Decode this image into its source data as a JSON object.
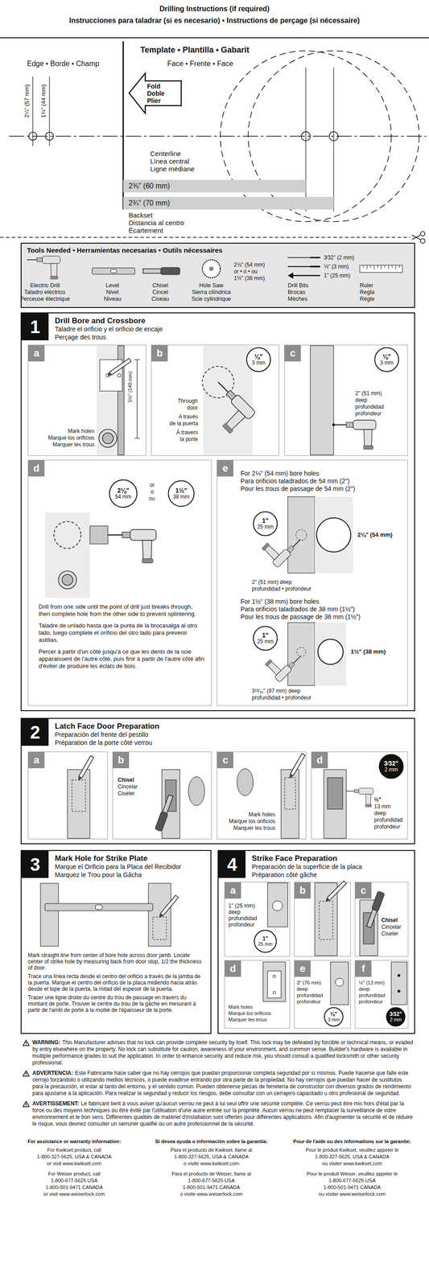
{
  "diagram": {
    "title": "Drilling Instructions (if required)",
    "nodes": [
      {
        "text": [
          "Fold",
          "Doble",
          "Plier"
        ]
      },
      {
        "text": [
          "2⅜\" (60 mm)"
        ]
      },
      {
        "text": [
          "2¾\" (70 mm)"
        ]
      },
      {
        "text": [
          "Tools Needed • Herramientas necesarias • Outils nécessaires"
        ]
      },
      {
        "text": [
          "1",
          "Drill Bore and Crossbore",
          "Taladre el orificio y el orificio de encaje",
          "Perçage des trous"
        ]
      },
      {
        "text": [
          "a"
        ],
        "in": 4
      },
      {
        "text": [
          "b"
        ],
        "in": 4
      },
      {
        "text": [
          "⅛\"",
          "3 mm"
        ],
        "in": 6
      },
      {
        "text": [
          "c"
        ],
        "in": 4
      },
      {
        "text": [
          "⅛\"",
          "3 mm"
        ],
        "in": 8
      },
      {
        "text": [
          "d"
        ],
        "in": 4
      },
      {
        "text": [
          "2⅛\"",
          "54 mm"
        ],
        "in": 10
      },
      {
        "text": [
          "1½\"",
          "38 mm"
        ],
        "in": 10
      },
      {
        "text": [
          "e"
        ],
        "in": 4
      },
      {
        "text": [
          "1\"",
          "25 mm"
        ],
        "in": 13
      },
      {
        "text": [
          "1\"",
          "25 mm"
        ],
        "in": 13
      },
      {
        "text": [
          "2",
          "Latch Face Door Preparation",
          "Preparación del frente del pestillo",
          "Préparation de la porte côté verrou"
        ]
      },
      {
        "text": [
          "a"
        ],
        "in": 16
      },
      {
        "text": [
          "b"
        ],
        "in": 16
      },
      {
        "text": [
          "c"
        ],
        "in": 16
      },
      {
        "text": [
          "d"
        ],
        "in": 16
      },
      {
        "text": [
          "3⁄32\"",
          "2 mm"
        ],
        "in": 20
      },
      {
        "text": [
          "3",
          "Mark Hole for Strike Plate",
          "Marque el Orificio para la Placa del Recibidor",
          "Marquez le Trou pour la Gâcha"
        ]
      },
      {
        "text": [
          "4",
          "Strike Face Preparation",
          "Preparación de la superficie de la placa",
          "Préparation côté gâche"
        ]
      },
      {
        "text": [
          "a"
        ],
        "in": 23
      },
      {
        "text": [
          "1\"",
          "25 mm"
        ],
        "in": 24
      },
      {
        "text": [
          "b"
        ],
        "in": 23
      },
      {
        "text": [
          "c"
        ],
        "in": 23
      },
      {
        "text": [
          "d"
        ],
        "in": 23
      },
      {
        "text": [
          "e"
        ],
        "in": 23
      },
      {
        "text": [
          "⅛\"",
          "3 mm"
        ],
        "in": 29
      },
      {
        "text": [
          "f"
        ],
        "in": 23
      },
      {
        "text": [
          "3⁄32\"",
          "2 mm"
        ],
        "in": 31
      }
    ],
    "labels": [
      "Instrucciones para taladrar (si es necesario) • Instructions de perçage (si nécessaire)",
      "Edge • Borde • Champ",
      "Template • Plantilla • Gabarit",
      "Face • Frente • Face",
      "2¼\" (57 mm)",
      "1¾\" (44 mm)",
      "Centerline",
      "Línea central",
      "Ligne médiane",
      "Backset",
      "Distancia al centro",
      "Écartement",
      "Electric Drill",
      "Taladro eléctrico",
      "Perceuse électrique",
      "Level",
      "Nivel",
      "Niveau",
      "Chisel",
      "Cincel",
      "Ciseau",
      "2⅛\" (54 mm)",
      "or • o • ou",
      "1½\" (38 mm)",
      "Hole Saw",
      "Sierra cilíndrica",
      "Scie cylindrique",
      "3⁄32\" (2 mm)",
      "⅛\" (3 mm)",
      "1\" (25 mm)",
      "Drill Bits",
      "Brocas",
      "Mèches",
      "Ruler",
      "Regla",
      "Règle",
      "5½\" (140 mm)",
      "Mark holes",
      "Marque los orificios",
      "Marquer les trous",
      "Through",
      "door",
      "A través",
      "de la puerta",
      "À travers",
      "la porte",
      "2\" (51 mm)",
      "deep",
      "profundidad",
      "profondeur",
      "or",
      "o",
      "ou",
      "Drill from one side until the point of drill just breaks through, then complete hole from the other side to prevent splintering.",
      "Taladre de unlado hasta que la punta de la brocasalga al otro lado, luego complete el orificio del otro lado para prevenir astillas.",
      "Percer à partir d'un côté jusqu'à ce que les dents de la scie apparaissent de l'autre côté, puis finir à partir de l'autre côté afin d'éviter de produire les éclats de bois.",
      "For 2⅛\" (54 mm) bore holes",
      "Para orificios taladrados de 54 mm (2\")",
      "Pour les trous de passage de 54 mm (2\")",
      "2⅛\" (54 mm)",
      "2\" (51 mm) deep",
      "profundidad • profondeur",
      "For 1½\" (38 mm) bore holes",
      "Para orificios taladrados de 38 mm (1½\")",
      "Pour les trous de passage de 38 mm (1½\")",
      "1½\" (38 mm)",
      "3¹³⁄₁₆\" (97 mm) deep",
      "profundidad • profondeur",
      "Chisel",
      "Cincelar",
      "Ciseler",
      "Mark holes",
      "Marque los orificios",
      "Marquer les trous",
      "½\"",
      "13 mm",
      "deep",
      "profundidad",
      "profondeur",
      "Mark straight line from center of bore hole across door jamb. Locate center of strike hole by measuring back from door stop, 1/2 the thickness of door.",
      "Trace una línea recta desde el centro del orificio a través de la jamba de la puerta. Marque el centro del orificio de la placa midiendo hacia atrás desde el tope de la puerta, la mitad del espesor de la puerta.",
      "Tracer une ligne droite du centre du trou de passage en travers du montant de porte. Trouver le centre du trou de la gâche en mesurant à partir de l'arrêt de porte à la moitié de l'épaisseur de la porte.",
      "1\" (25 mm)",
      "deep",
      "profundidad",
      "profondeur",
      "Chisel",
      "Cincelar",
      "Ciseler",
      "Mark holes",
      "Marque los orificios",
      "Marquer les trous",
      "3\" (76 mm)",
      "deep",
      "profundidad",
      "profondeur",
      "½\" (13 mm)",
      "deep",
      "profundidad",
      "profondeur",
      "WARNING:",
      "This Manufacturer advises that no lock can provide complete security by itself. This lock may be defeated by forcible or technical means, or evaded by entry elsewhere on the property. No lock can substitute for caution, awareness of your environment, and common sense. Builder's hardware is available in multiple performance grades to suit the application. In order to enhance security and reduce risk, you should consult a qualified locksmith or other security professional.",
      "ADVERTENCIA:",
      "Este Fabricante hace saber que no hay cerrojos que puedan proporcionar completa seguridad por sí mismos. Puede hacerse que falle este cerrojo forzándolo o utilizando medios técnicos, o puede evadirse entrando por otra parte de la propiedad. No hay cerrojos que puedan hacer de sustitutos para la precaución, el estar al tanto del entorno, y el sentido común. Pueden obtenerse piezas de ferretería de constructor con diversos grados de rendimiento para ajustarse a la aplicación. Para realizar la seguridad y reducir los riesgos, debe consultar con un cerrajero capacitado u otro profesional de seguridad.",
      "AVERTISSEMENT:",
      "Le fabricant tient à vous aviser qu'aucun verrou ne peut à lui seul offrir une sécurité complète. Ce verrou peut être mis hors d'état par la force ou des moyens techniques ou être évité par l'utilisation d'une autre entrée sur la propriété. Aucun verrou ne peut remplacer la surveillance de votre environnement et le bon sens. Différentes qualités de matériel d'installation sont offertes pour différentes applications. Afin d'augmenter la sécurité et de réduire le risque, vous devriez consulter un serrurier qualifié ou un autre professionnel de la sécurité.",
      "For assistance or warranty information:",
      "For Kwikset product, call",
      "1-800-327-5625, USA & CANADA",
      "or visit www.kwikset.com",
      "For Weiser product, call",
      "1-800-677-5625 USA",
      "1-800-501-9471 CANADA",
      "or visit www.weiserlock.com",
      "Si desea ayuda o información sobre la garantía:",
      "Para el producto de Kwikset, llame al",
      "1-800-327-5625, USA & CANADA",
      "o visite www.kwikset.com",
      "Para el producto de Weiser, llame al",
      "1-800-677-5625 USA",
      "1-800-501-9471 CANADA",
      "o visite www.weiserlock.com",
      "Pour de l'aide ou des informations sur la garantie:",
      "Pour le produit Kwikset, veuillez appeler le",
      "1-800-327-5625, USA & CANADA",
      "ou visiter www.kwikset.com",
      "Pour le produit Weiser, veuillez appeler le",
      "1-800-677-5625 USA",
      "1-800-501-9471 CANADA",
      "ou visiter www.weiserlock.com"
    ]
  }
}
